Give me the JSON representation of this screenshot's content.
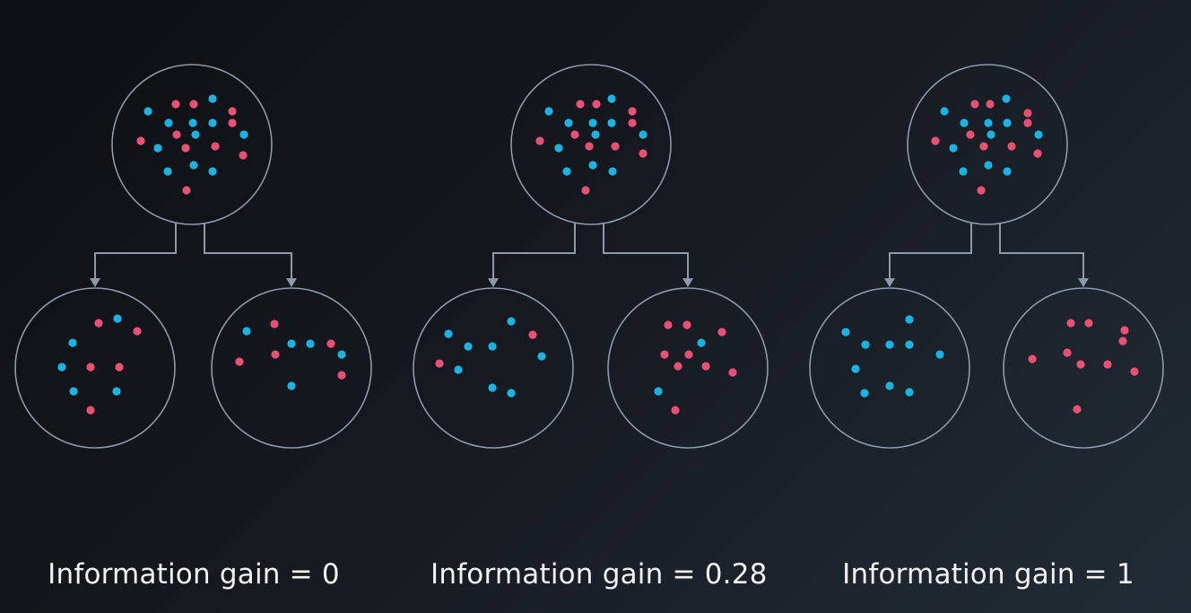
{
  "colors": {
    "background_start": "#0d0f12",
    "background_end": "#222b35",
    "circle_stroke": "#8e9aa8",
    "arrow": "#8e9aa8",
    "point_blue": "#1ab4e4",
    "point_pink": "#ea4f76",
    "caption_text": "#f2f2f2"
  },
  "panels": [
    {
      "caption": "Information gain = 0"
    },
    {
      "caption": "Information gain = 0.28"
    },
    {
      "caption": "Information gain = 1"
    }
  ],
  "legend": [
    {
      "class": "blue",
      "color": "#1ab4e4"
    },
    {
      "class": "pink",
      "color": "#ea4f76"
    }
  ]
}
